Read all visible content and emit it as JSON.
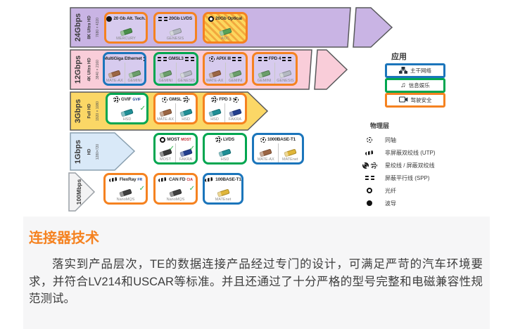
{
  "diagram": {
    "rows": [
      {
        "speed": "24Gbps",
        "res_name": "8K Ultra HD",
        "res": "7680 × 4320",
        "color": "#c9b4e4",
        "boxes": [
          {
            "title": "20 Gb Alt. Tech.",
            "border": "#f58220",
            "fill": "#d7cbee",
            "icon_left": "waveguide",
            "connectors": [
              {
                "name": "MERCURY",
                "color": "#4a8f4a"
              }
            ]
          },
          {
            "title": "20Gb LVDS",
            "border": "#f58220",
            "fill": "#d7cbee",
            "icon_left": "spp",
            "connectors": [
              {
                "name": "GENESIS",
                "color": "#b4b9c2"
              }
            ]
          },
          {
            "title": "20Gb Optical",
            "border": "#f58220",
            "fill": "hatch",
            "icon_left": "fiber",
            "connectors": [
              {
                "name": "AOC",
                "color": "#57a257"
              }
            ]
          }
        ]
      },
      {
        "speed": "12Gbps",
        "res_name": "4K Ultra HD",
        "res": "3840 × 2160",
        "color": "#f9cdd9",
        "boxes": [
          {
            "title": "MultiGiga Ethernet",
            "border": "#1b75bb",
            "fill": "#d7cbee",
            "icon_left": "coax",
            "icon_right": "spp",
            "connectors": [
              {
                "name": "MATE-AX",
                "color": "#9c6644"
              },
              {
                "name": "GEMINI",
                "color": "#6b9e6b"
              }
            ]
          },
          {
            "title": "GMSL3",
            "border": "#00a650",
            "fill": "#d7cbee",
            "icon_left": "spp",
            "icon_right": "spp",
            "connectors": [
              {
                "name": "GEMINI",
                "color": "#6b9e6b"
              },
              {
                "name": "GENESIS",
                "color": "#b4b9c2"
              }
            ]
          },
          {
            "title": "APIX III",
            "border": "#f58220",
            "fill": "#d7cbee",
            "icon_left": "coax",
            "icon_right": "spp",
            "connectors": [
              {
                "name": "MATE-AX",
                "color": "#9c6644"
              },
              {
                "name": "GEMINI",
                "color": "#6b9e6b"
              }
            ]
          },
          {
            "title": "FPD 4",
            "border": "#f58220",
            "fill": "#d7cbee",
            "icon_left": "spp",
            "icon_right": "spp",
            "connectors": [
              {
                "name": "GEMINI",
                "color": "#6b9e6b"
              },
              {
                "name": "GENESIS",
                "color": "#b4b9c2"
              }
            ]
          }
        ]
      },
      {
        "speed": "3Gbps",
        "res_name": "Full HD",
        "res": "1920 × 1080",
        "color": "#fbd766",
        "boxes": [
          {
            "title": "GVIF",
            "border": "#00a650",
            "fill": "#ffffff",
            "icon_left": "starquad",
            "logo": {
              "text": "GVIF",
              "color": "#1b3f8f"
            },
            "connectors": [
              {
                "name": "HSD",
                "color": "#1f8f96",
                "check": true
              }
            ]
          },
          {
            "title": "GMSL",
            "border": "#f58220",
            "fill": "#ffffff",
            "icon_left": "coax",
            "icon_right": "starquad",
            "connectors": [
              {
                "name": "MATE-AX",
                "color": "#9c6644"
              },
              {
                "name": "HSD",
                "color": "#1f8f96"
              }
            ]
          },
          {
            "title": "FPD 3",
            "border": "#f58220",
            "fill": "#ffffff",
            "icon_left": "starquad",
            "icon_right": "coax",
            "connectors": [
              {
                "name": "HSD",
                "color": "#1f8f96"
              },
              {
                "name": "FAKRA",
                "color": "#233f8f"
              }
            ]
          }
        ]
      },
      {
        "speed": "1Gbps",
        "res_name": "HD",
        "res": "1280×720",
        "color": "#d9e9f8",
        "boxes": [
          {
            "title": "MOST",
            "border": "#00a650",
            "fill": "#ffffff",
            "icon_left": "fiber",
            "logo": {
              "text": "MOST",
              "color": "#c0272d"
            },
            "connectors": [
              {
                "name": "MOST",
                "color": "#3a3a3a",
                "check": true
              },
              {
                "name": "FAKRA",
                "color": "#233f8f",
                "check": true
              }
            ]
          },
          {
            "title": "LVDS",
            "border": "#00a650",
            "fill": "#ffffff",
            "icon_left": "starquad",
            "connectors": [
              {
                "name": "HSD",
                "color": "#1f8f96"
              }
            ]
          },
          {
            "title": "1000BASE-T1",
            "border": "#1b75bb",
            "fill": "#ffffff",
            "icon_left": "coax",
            "connectors": [
              {
                "name": "MATE-AX",
                "color": "#9c6644"
              },
              {
                "name": "MATEnet",
                "color": "#e0b63a"
              }
            ]
          }
        ]
      },
      {
        "speed": "100Mbps",
        "res_name": "",
        "res": "",
        "color": "#f3f3f4",
        "boxes": [
          {
            "title": "FlexRay",
            "border": "#f58220",
            "fill": "#ffffff",
            "icon_left": "utp",
            "logo": {
              "text": "FR",
              "color": "#1b3f8f"
            },
            "connectors": [
              {
                "name": "NanoMQS",
                "color": "#3f3f3f",
                "check": true
              }
            ]
          },
          {
            "title": "CAN FD",
            "border": "#f58220",
            "fill": "#ffffff",
            "icon_left": "utp",
            "logo": {
              "text": "CiA",
              "color": "#c0272d"
            },
            "connectors": [
              {
                "name": "NanoMQS",
                "color": "#3f3f3f",
                "check": true
              }
            ]
          },
          {
            "title": "100BASE-T1",
            "border": "#1b75bb",
            "fill": "#ffffff",
            "icon_left": "utp",
            "connectors": [
              {
                "name": "MATEnet",
                "color": "#e0b63a"
              }
            ]
          }
        ]
      }
    ],
    "applications": {
      "title": "应用",
      "items": [
        {
          "label": "主干网络",
          "border": "#1b75bb",
          "icon": "network"
        },
        {
          "label": "信息娱乐",
          "border": "#00a650",
          "icon": "music"
        },
        {
          "label": "驾驶安全",
          "border": "#f58220",
          "icon": "camera"
        }
      ]
    },
    "physical_layer": {
      "title": "物理层",
      "items": [
        {
          "label": "同轴",
          "icons": [
            "coax"
          ]
        },
        {
          "label": "非屏蔽双绞线 (UTP)",
          "icons": [
            "utp"
          ]
        },
        {
          "label": "星绞线 / 屏蔽双绞线",
          "icons": [
            "starquad2",
            "starquad"
          ]
        },
        {
          "label": "屏蔽平行线 (SPP)",
          "icons": [
            "spp"
          ]
        },
        {
          "label": "光纤",
          "icons": [
            "fiber"
          ]
        },
        {
          "label": "波导",
          "icons": [
            "waveguide"
          ]
        }
      ]
    }
  },
  "article": {
    "heading": "连接器技术",
    "heading_color": "#f58220",
    "body": "落实到产品层次，TE的数据连接产品经过专门的设计，可满足严苛的汽车环境要求，并符合LV214和USCAR等标准。并且还通过了十分严格的型号完整和电磁兼容性规范测试。"
  }
}
